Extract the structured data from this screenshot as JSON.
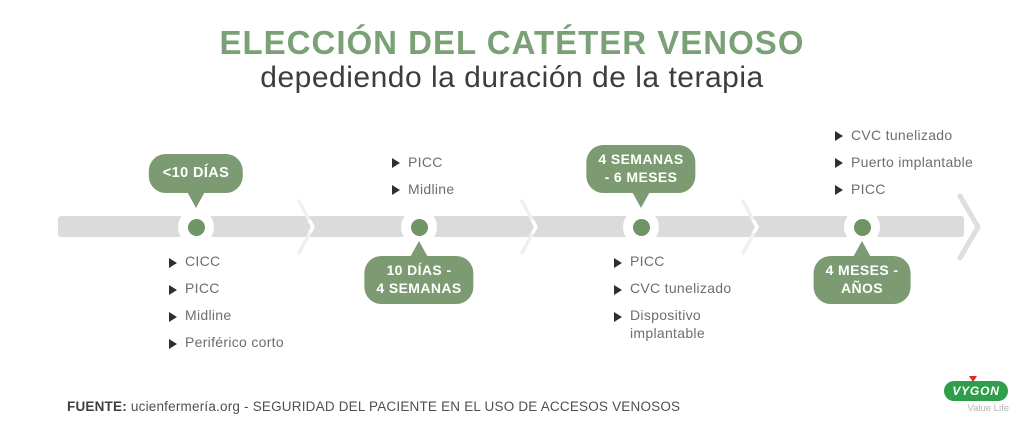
{
  "header": {
    "title": "ELECCIÓN DEL CATÉTER VENOSO",
    "subtitle": "depediendo la duración de la terapia"
  },
  "timeline": {
    "milestones": [
      {
        "badge_lines": [
          "<10 DÍAS"
        ],
        "badge_position": "above",
        "items": [
          "CICC",
          "PICC",
          "Midline",
          "Periférico corto"
        ]
      },
      {
        "badge_lines": [
          "10 DÍAS -",
          "4 SEMANAS"
        ],
        "badge_position": "below",
        "items": [
          "PICC",
          "Midline"
        ]
      },
      {
        "badge_lines": [
          "4 SEMANAS",
          "- 6 MESES"
        ],
        "badge_position": "above",
        "items": [
          "PICC",
          "CVC tunelizado",
          "Dispositivo implantable"
        ]
      },
      {
        "badge_lines": [
          "4 MESES -",
          "AÑOS"
        ],
        "badge_position": "below",
        "items": [
          "CVC tunelizado",
          "Puerto implantable",
          "PICC"
        ]
      }
    ]
  },
  "footer": {
    "source_label": "FUENTE:",
    "source_text": "ucienfermería.org - SEGURIDAD DEL PACIENTE EN EL USO DE ACCESOS VENOSOS"
  },
  "logo": {
    "brand": "VYGON",
    "tagline": "Value Life"
  },
  "colors": {
    "title_green": "#7aa076",
    "badge_green": "#7d9b72",
    "dot_green": "#6f9465",
    "bar_gray": "#dbdbdb",
    "text_dark": "#3d3d3d",
    "text_gray": "#6e6e6e",
    "logo_green": "#2f9e4a",
    "logo_red": "#e02b20"
  }
}
